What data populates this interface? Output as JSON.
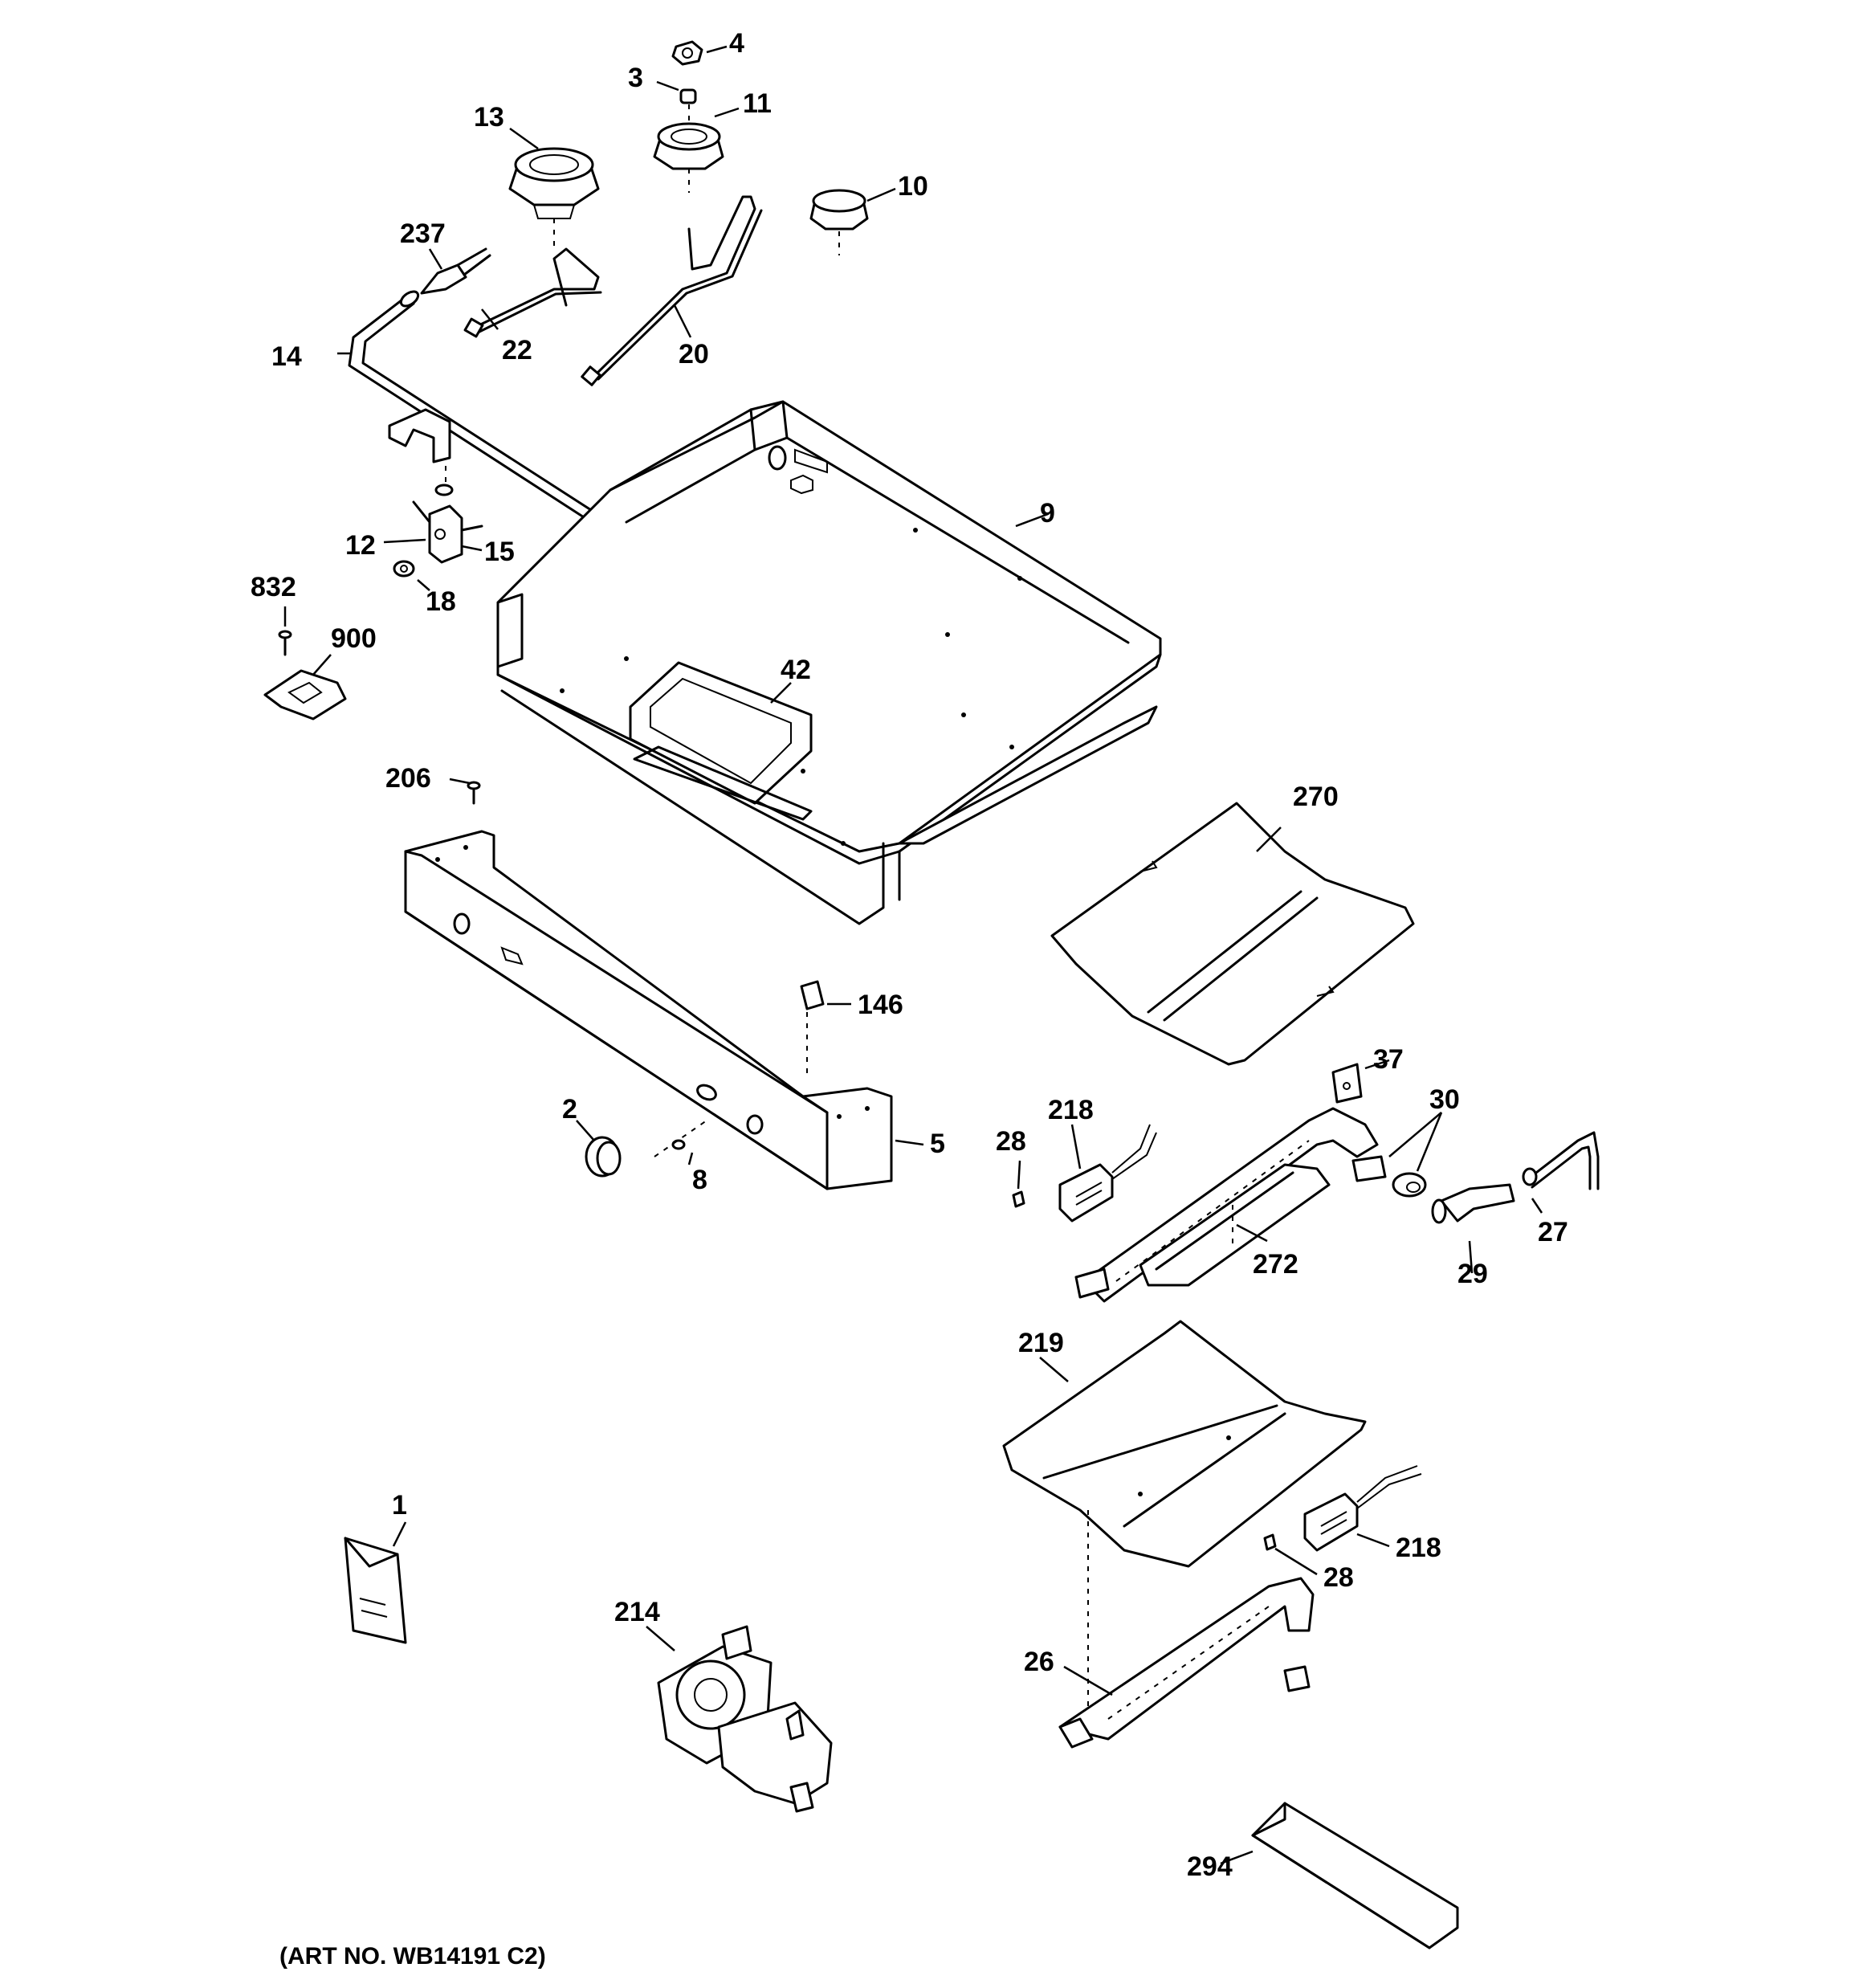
{
  "callouts": {
    "c1": "1",
    "c2": "2",
    "c3": "3",
    "c4": "4",
    "c5": "5",
    "c8": "8",
    "c9": "9",
    "c10": "10",
    "c11": "11",
    "c12": "12",
    "c13": "13",
    "c14": "14",
    "c15": "15",
    "c18": "18",
    "c20": "20",
    "c22": "22",
    "c26": "26",
    "c27": "27",
    "c28a": "28",
    "c28b": "28",
    "c29": "29",
    "c30": "30",
    "c37": "37",
    "c42": "42",
    "c146": "146",
    "c206": "206",
    "c214": "214",
    "c218a": "218",
    "c218b": "218",
    "c219": "219",
    "c237": "237",
    "c270": "270",
    "c272": "272",
    "c294": "294",
    "c832": "832",
    "c900": "900"
  },
  "art_number": "(ART NO. WB14191 C2)"
}
